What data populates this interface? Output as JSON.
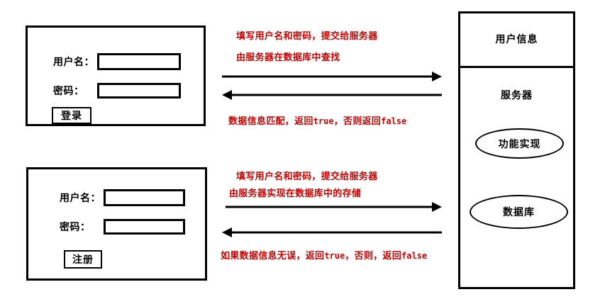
{
  "diagram": {
    "title_colors": {
      "annotation_red": "#cc0000",
      "stroke_black": "#000000",
      "background": "#ffffff"
    },
    "login_box": {
      "username_label": "用户名：",
      "password_label": "密码：",
      "submit_label": "登录"
    },
    "register_box": {
      "username_label": "用户名：",
      "password_label": "密码：",
      "submit_label": "注册"
    },
    "server_panel": {
      "header": "用户信息",
      "subtitle": "服务器",
      "node_function": "功能实现",
      "node_database": "数据库"
    },
    "annotations": {
      "login_request_line1": "填写用户名和密码，提交给服务器",
      "login_request_line2": "由服务器在数据库中查找",
      "login_response_prefix": "数据信息匹配，返回",
      "login_response_true": "true",
      "login_response_middle": "，否则返回",
      "login_response_false": "false",
      "register_request_line1": "填写用户名和密码，提交给服务器",
      "register_request_line2": "由服务器实现在数据库中的存储",
      "register_response_prefix": "如果数据信息无误，返回",
      "register_response_true": "true",
      "register_response_middle": "，否则，返回",
      "register_response_false": "false"
    }
  }
}
